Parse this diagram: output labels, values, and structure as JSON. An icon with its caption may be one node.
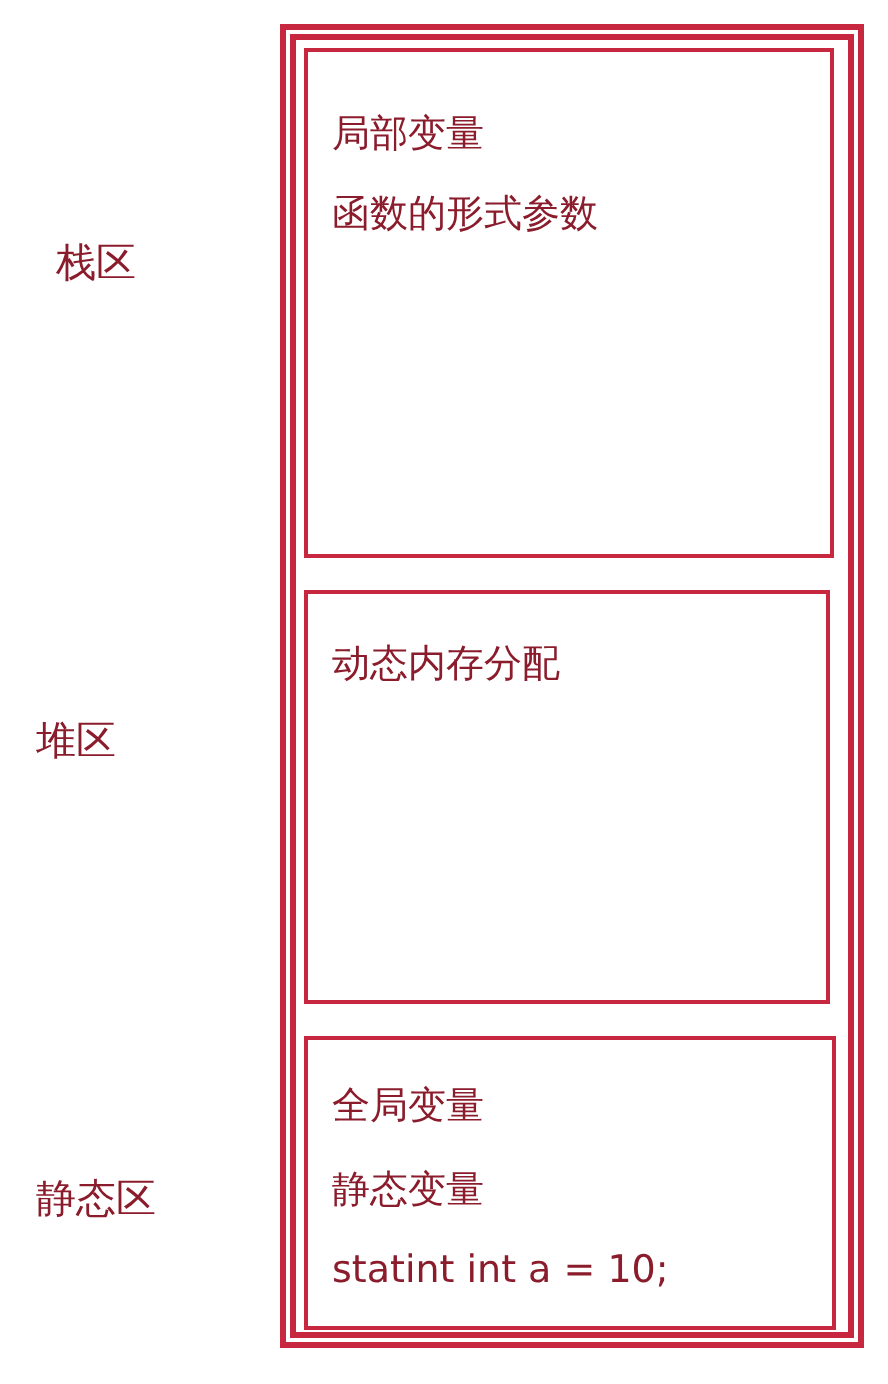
{
  "diagram": {
    "nodes": [
      {
        "text": [],
        "shape": "box"
      },
      {
        "text": [
          "局部变量",
          "函数的形式参数"
        ],
        "in": 0
      },
      {
        "text": [
          "动态内存分配"
        ],
        "in": 0
      },
      {
        "text": [
          "全局变量",
          "静态变量",
          "statint int a = 10;"
        ],
        "in": 0
      }
    ],
    "edges": [],
    "labels": [
      "栈区",
      "堆区",
      "静态区"
    ]
  }
}
